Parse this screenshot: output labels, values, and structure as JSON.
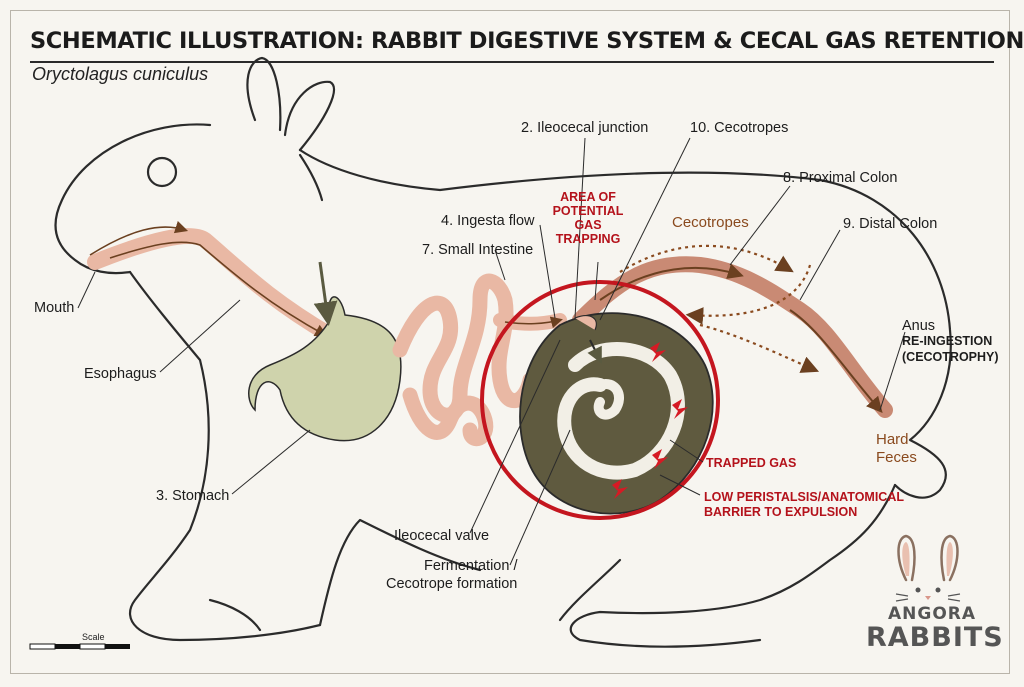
{
  "title": "SCHEMATIC ILLUSTRATION: RABBIT DIGESTIVE SYSTEM & CECAL GAS RETENTION",
  "subtitle": "Oryctolagus cuniculus",
  "labels": {
    "mouth": "Mouth",
    "esophagus": "Esophagus",
    "stomach": "3. Stomach",
    "ileocecal_junction": "2. Ileocecal junction",
    "cecotropes_num": "10. Cecotropes",
    "proximal_colon": "8. Proximal Colon",
    "distal_colon": "9. Distal Colon",
    "ingesta_flow": "4. Ingesta flow",
    "small_intestine": "7. Small Intestine",
    "cecotropes_flow": "Cecotropes",
    "anus": "Anus",
    "reingestion_1": "RE-INGESTION",
    "reingestion_2": "(CECOTROPHY)",
    "hard_feces_1": "Hard",
    "hard_feces_2": "Feces",
    "ileocecal_valve": "Ileocecal valve",
    "fermentation_1": "Fermentation /",
    "fermentation_2": "Cecotrope formation"
  },
  "warnings": {
    "area_1": "AREA OF",
    "area_2": "POTENTIAL",
    "area_3": "GAS",
    "area_4": "TRAPPING",
    "trapped_gas": "TRAPPED GAS",
    "barrier_1": "LOW PERISTALSIS/ANATOMICAL",
    "barrier_2": "BARRIER TO EXPULSION"
  },
  "scale_label": "Scale",
  "logo": {
    "line1": "ANGORA",
    "line2": "RABBITS"
  },
  "colors": {
    "warning_red": "#b4121b",
    "flow_brown": "#8a4a1e",
    "cecum": "#5f5a3f",
    "stomach": "#cfd3ac",
    "intestine": "#e9b8a4",
    "colon": "#c98a74"
  }
}
